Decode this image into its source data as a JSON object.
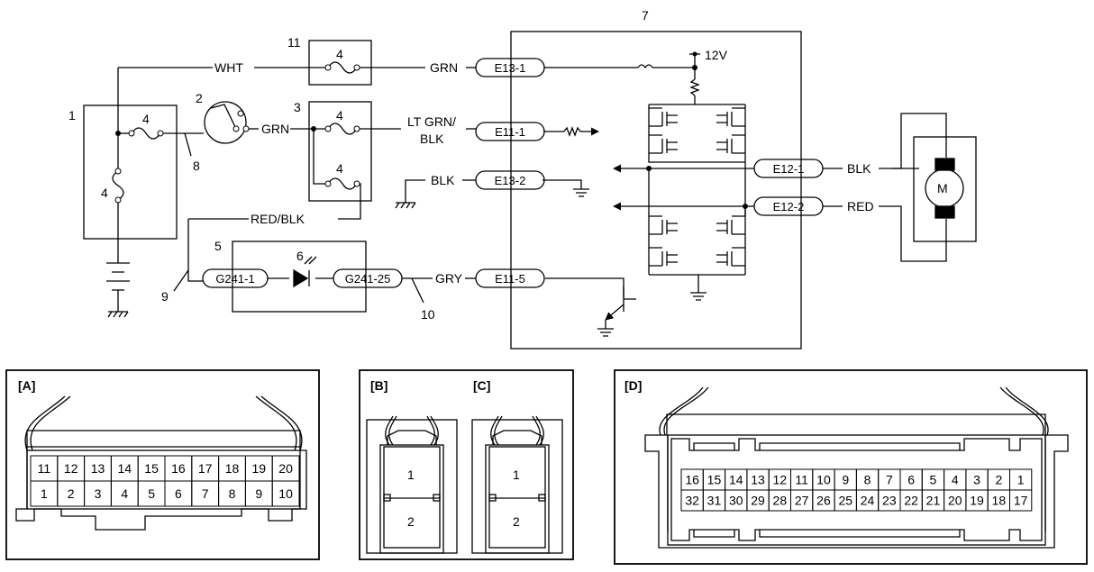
{
  "components": {
    "c1": "1",
    "c2": "2",
    "c3": "3",
    "c5": "5",
    "c6": "6",
    "c7": "7",
    "c8": "8",
    "c9": "9",
    "c10": "10",
    "c11": "11"
  },
  "fuse_label": "4",
  "wires": {
    "wht": "WHT",
    "grn_top": "GRN",
    "grn_mid": "GRN",
    "lt_grn_1": "LT GRN/",
    "lt_grn_2": "BLK",
    "blk": "BLK",
    "red_blk": "RED/BLK",
    "gry": "GRY",
    "blk_motor": "BLK",
    "red_motor": "RED"
  },
  "voltage": "12V",
  "terminals": {
    "e13_1": "E13-1",
    "e11_1": "E11-1",
    "e13_2": "E13-2",
    "e11_5": "E11-5",
    "e12_1": "E12-1",
    "e12_2": "E12-2",
    "g241_1": "G241-1",
    "g241_25": "G241-25"
  },
  "motor": "M",
  "connectors": {
    "a": {
      "title": "[A]",
      "row1": [
        "11",
        "12",
        "13",
        "14",
        "15",
        "16",
        "17",
        "18",
        "19",
        "20"
      ],
      "row2": [
        "1",
        "2",
        "3",
        "4",
        "5",
        "6",
        "7",
        "8",
        "9",
        "10"
      ]
    },
    "b": {
      "title": "[B]",
      "pins": [
        "1",
        "2"
      ]
    },
    "c": {
      "title": "[C]",
      "pins": [
        "1",
        "2"
      ]
    },
    "d": {
      "title": "[D]",
      "row1": [
        "16",
        "15",
        "14",
        "13",
        "12",
        "11",
        "10",
        "9",
        "8",
        "7",
        "6",
        "5",
        "4",
        "3",
        "2",
        "1"
      ],
      "row2": [
        "32",
        "31",
        "30",
        "29",
        "28",
        "27",
        "26",
        "25",
        "24",
        "23",
        "22",
        "21",
        "20",
        "19",
        "18",
        "17"
      ]
    }
  }
}
